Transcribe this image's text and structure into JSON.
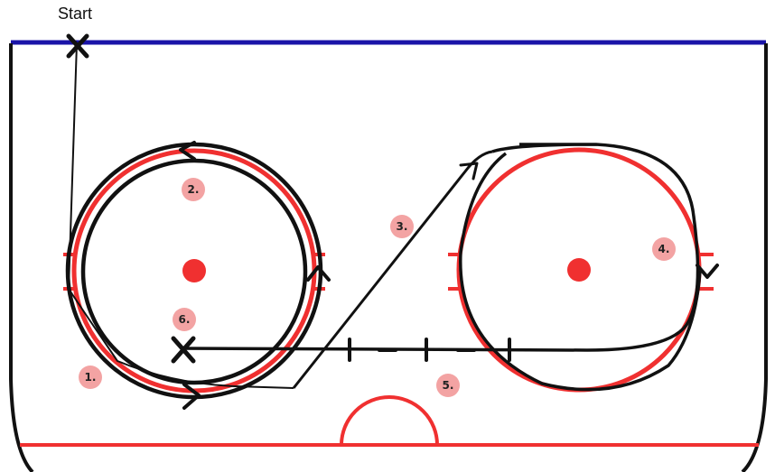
{
  "diagram": {
    "start_label": "Start",
    "steps": [
      "1.",
      "2.",
      "3.",
      "4.",
      "5.",
      "6."
    ],
    "colors": {
      "rink_line": "#111111",
      "blue_line": "#1a14a8",
      "red_line": "#f03030",
      "path": "#111111",
      "badge": "#f3a3a3"
    },
    "icons": {
      "start_marker": "x-mark-icon",
      "end_marker": "x-mark-icon",
      "arrows": [
        "arrow-left-icon",
        "arrow-up-icon",
        "arrow-right-icon",
        "arrow-down-icon"
      ]
    }
  }
}
